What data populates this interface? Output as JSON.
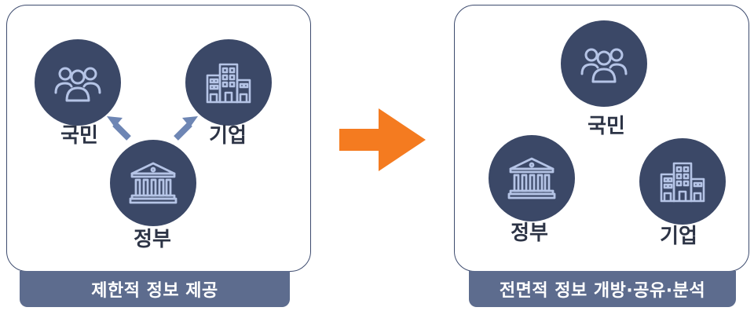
{
  "left": {
    "caption": "제한적 정보 제공",
    "labels": {
      "people": "국민",
      "company": "기업",
      "government": "정부"
    }
  },
  "right": {
    "caption": "전면적 정보 개방·공유·분석",
    "labels": {
      "people": "국민",
      "company": "기업",
      "government": "정부"
    }
  },
  "icons": {
    "people": "people-group-icon",
    "company": "building-icon",
    "government": "government-building-icon"
  },
  "colors": {
    "panel_border": "#3d4b6e",
    "node_fill": "#3b4867",
    "icon_stroke": "#b5c4e6",
    "caption_bg": "#5d6c8e",
    "small_arrow": "#6e86b4",
    "big_arrow": "#f47b20"
  }
}
